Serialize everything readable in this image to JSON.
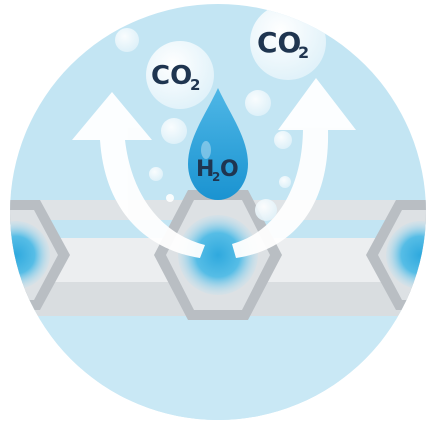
{
  "labels": {
    "co2_left_main": "CO",
    "co2_left_sub": "2",
    "co2_right_main": "CO",
    "co2_right_sub": "2",
    "h2o_h": "H",
    "h2o_sub": "2",
    "h2o_o": "O"
  },
  "colors": {
    "circle_bg": "#bfe3f2",
    "circle_light": "#d6eef8",
    "lattice_band": "#e6e9eb",
    "hex_frame": "#b9bec3",
    "hex_inner": "#dfe3e6",
    "core_blue": "#2fa9de",
    "drop_blue": "#1f9bd6",
    "bubble_fill": "#eef8fc",
    "text_dark": "#1f3550",
    "arrow_white": "#ffffff"
  },
  "icons": {
    "droplet": "water-drop-icon",
    "arrows": "curved-up-arrow-icon"
  }
}
